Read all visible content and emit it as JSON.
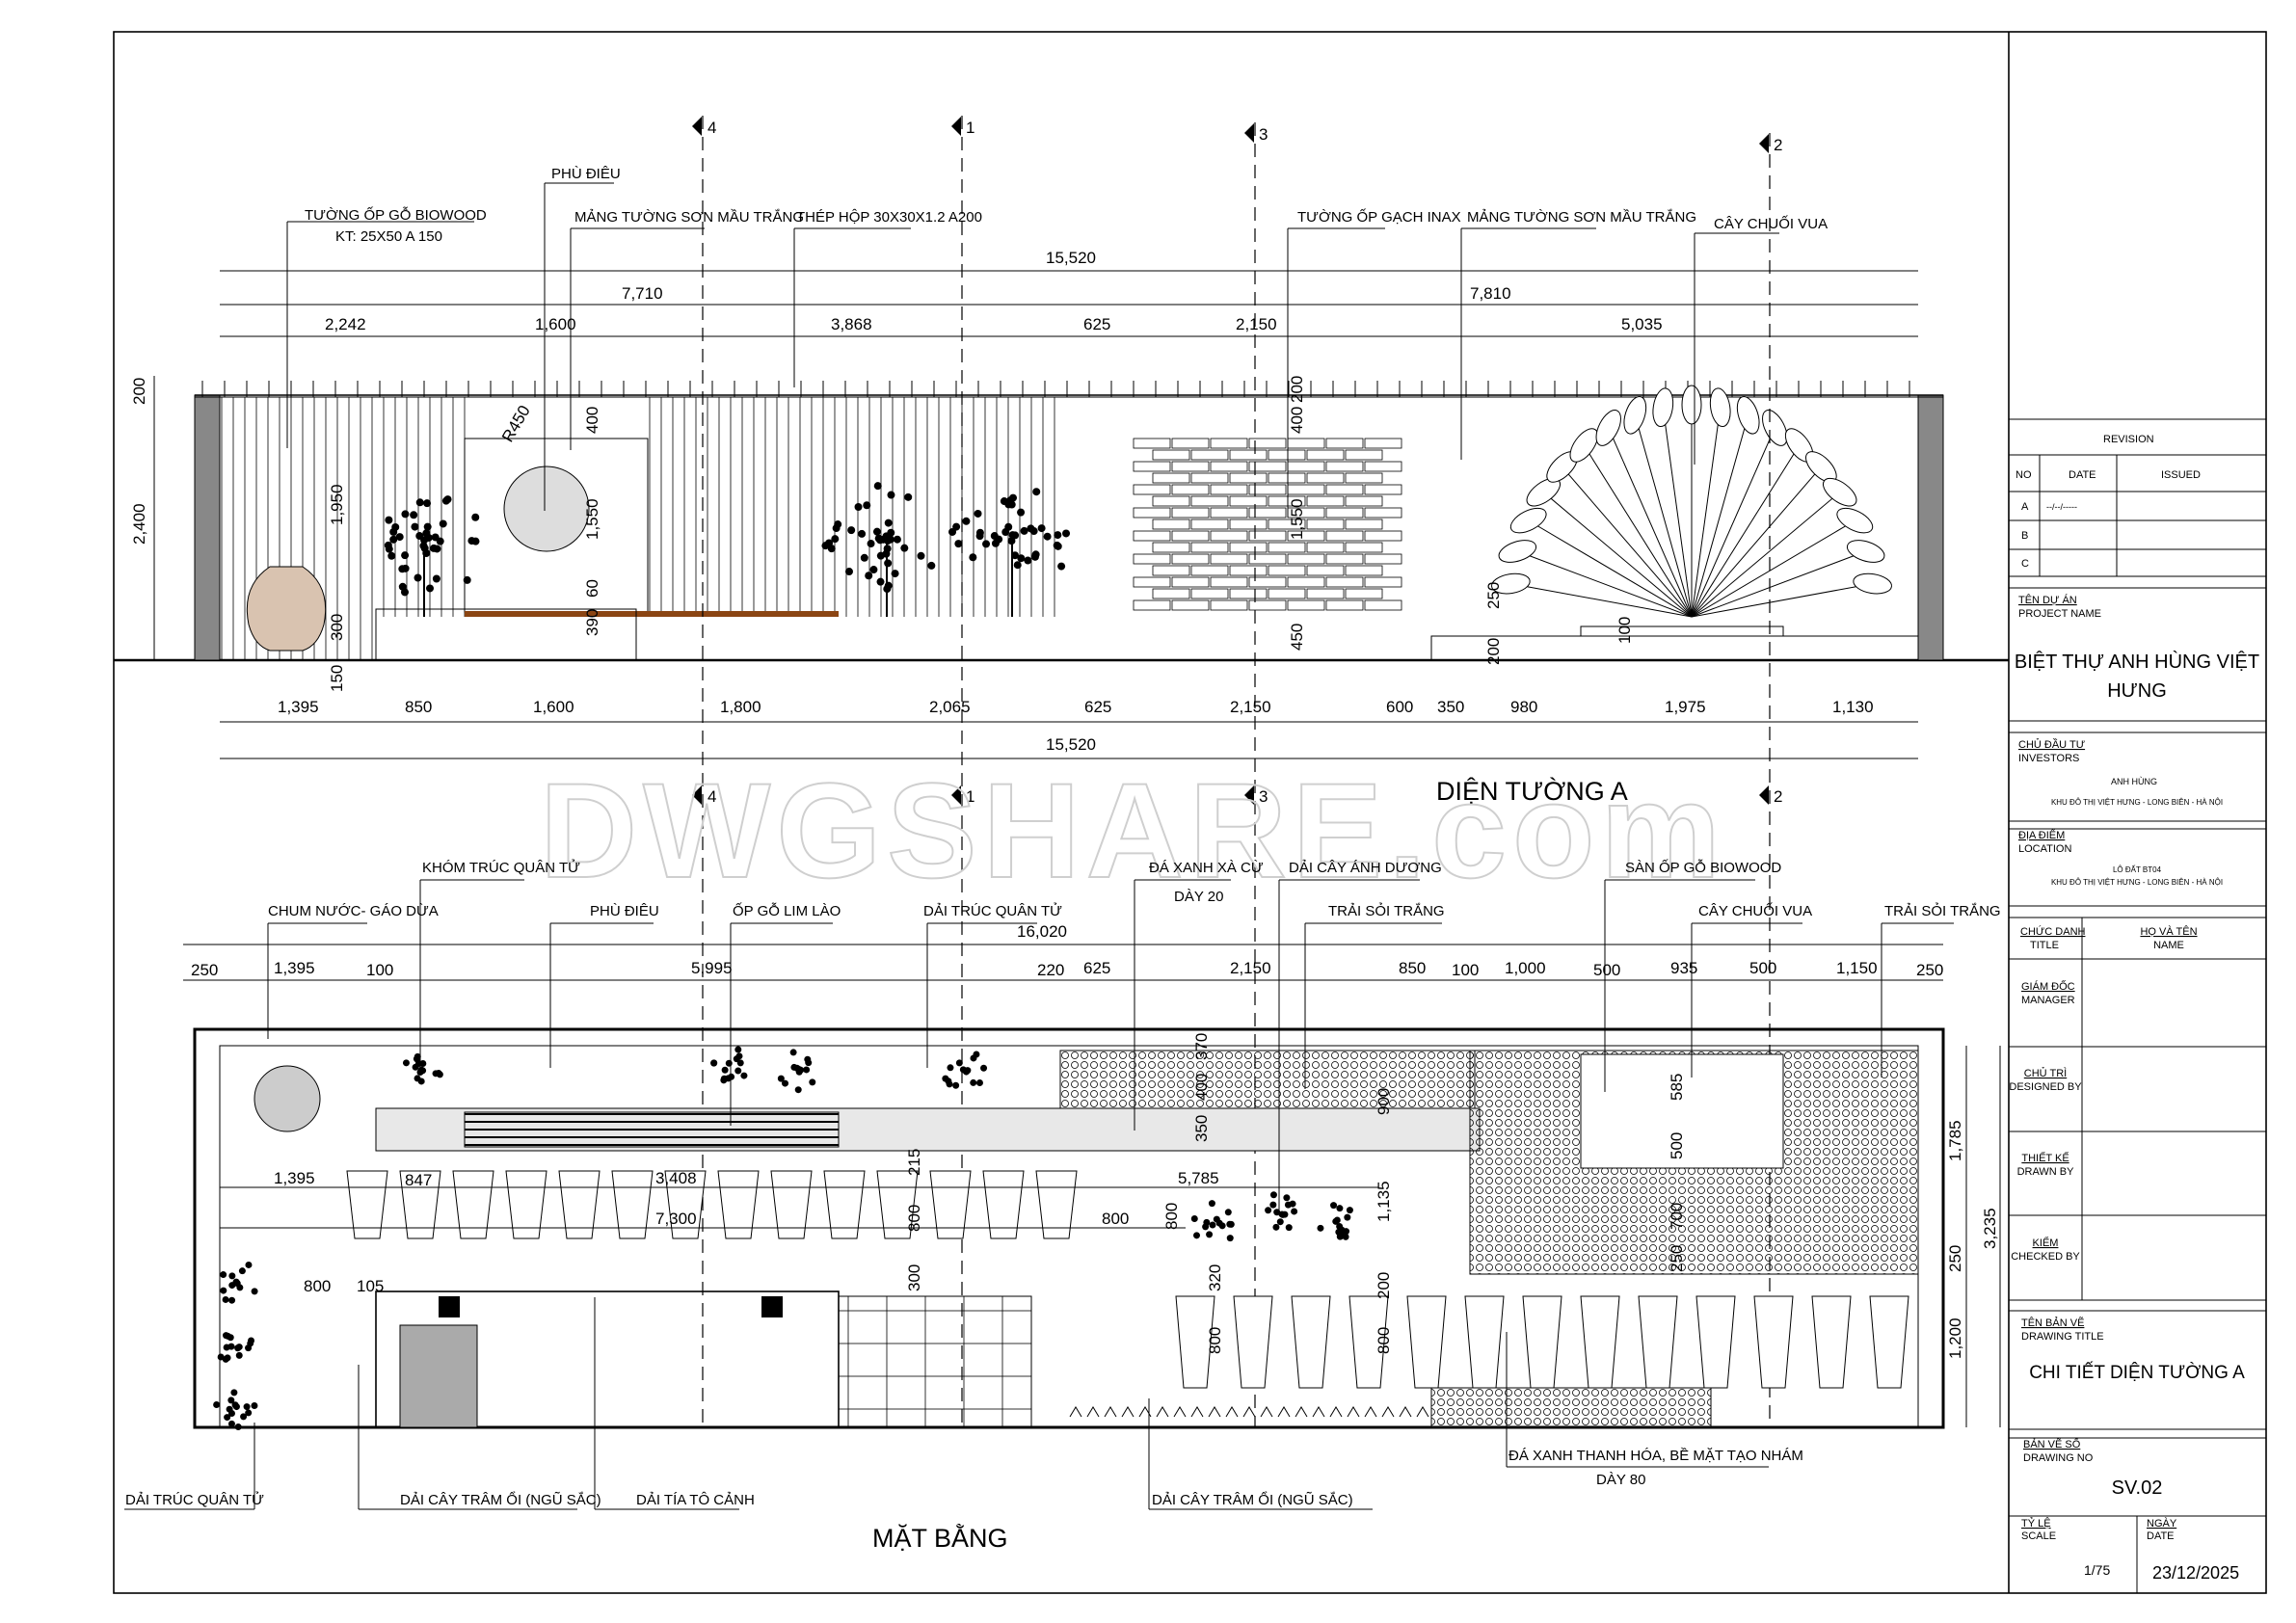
{
  "elevation": {
    "title": "DIỆN TƯỜNG A",
    "section_markers": [
      "4",
      "1",
      "3",
      "2"
    ],
    "callouts": {
      "biowood_wall": "TƯỜNG ỐP GỖ BIOWOOD",
      "biowood_size": "KT: 25X50 A 150",
      "relief": "PHÙ ĐIÊU",
      "white_wall_1": "MẢNG TƯỜNG SƠN MẦU TRẮNG",
      "steel_box": "THÉP HỘP 30X30X1.2 A200",
      "inax_wall": "TƯỜNG ỐP GẠCH INAX",
      "white_wall_2": "MẢNG TƯỜNG SƠN MẦU TRẮNG",
      "travelers_palm": "CÂY CHUỐI VUA"
    },
    "dims_top": {
      "total": "15,520",
      "halves": [
        "7,710",
        "7,810"
      ],
      "segments": [
        "2,242",
        "1,600",
        "3,868",
        "625",
        "2,150",
        "5,035"
      ]
    },
    "dims_bottom": {
      "segments": [
        "1,395",
        "850",
        "1,600",
        "1,800",
        "2,065",
        "625",
        "2,150",
        "600",
        "350",
        "980",
        "1,975",
        "1,130"
      ],
      "total": "15,520"
    },
    "dims_vertical": [
      "200",
      "2,400",
      "1,950",
      "300",
      "150",
      "400",
      "1,550",
      "390",
      "60",
      "200",
      "400",
      "1,550",
      "450",
      "250",
      "200",
      "100",
      "R450"
    ]
  },
  "watermark": "DWGSHARE.com",
  "plan": {
    "title": "MẶT BẰNG",
    "callouts_top": {
      "water_jar": "CHUM NƯỚC- GÁO DỪA",
      "bamboo_clump": "KHÓM TRÚC QUÂN TỬ",
      "relief": "PHÙ ĐIÊU",
      "lim_wood": "ỐP GỖ LIM LÀO",
      "bamboo_strip": "DẢI TRÚC QUÂN TỬ",
      "blue_stone": "ĐÁ XANH XÀ CỪ",
      "blue_stone_thk": "DÀY 20",
      "sun_plant_strip": "DẢI CÂY ÁNH DƯƠNG",
      "white_gravel_1": "TRẢI SỎI TRẮNG",
      "biowood_floor": "SÀN ỐP GỖ BIOWOOD",
      "travelers_palm": "CÂY CHUỐI VUA",
      "white_gravel_2": "TRẢI SỎI TRẮNG"
    },
    "callouts_bottom": {
      "bamboo_strip": "DẢI TRÚC QUÂN TỬ",
      "lantana_1": "DẢI CÂY TRÂM ỔI (NGŨ SẮC)",
      "perilla": "DẢI TÍA TÔ CẢNH",
      "lantana_2": "DẢI CÂY TRÂM ỔI (NGŨ SẮC)",
      "thanh_hoa_stone": "ĐÁ XANH THANH HÓA, BỀ MẶT TẠO NHÁM",
      "thanh_hoa_thk": "DÀY 80"
    },
    "dims_top": {
      "total": "16,020",
      "segments": [
        "250",
        "1,395",
        "100",
        "5,995",
        "220",
        "625",
        "2,150",
        "850",
        "100",
        "1,000",
        "500",
        "935",
        "500",
        "1,150",
        "250"
      ]
    },
    "dims_inner": [
      "1,395",
      "847",
      "3,408",
      "5,785",
      "7,300",
      "800",
      "800",
      "105",
      "370",
      "400",
      "350",
      "215",
      "800",
      "300",
      "800",
      "320",
      "800",
      "200",
      "800",
      "900",
      "1,135",
      "585",
      "500",
      "700",
      "250"
    ],
    "dims_right": [
      "1,785",
      "250",
      "3,235",
      "1,200"
    ]
  },
  "title_block": {
    "revision": {
      "heading": "REVISION",
      "columns": [
        "NO",
        "DATE",
        "ISSUED"
      ],
      "rows": [
        {
          "no": "A",
          "date": "--/--/-----",
          "issued": ""
        },
        {
          "no": "B",
          "date": "",
          "issued": ""
        },
        {
          "no": "C",
          "date": "",
          "issued": ""
        }
      ]
    },
    "project": {
      "label_vi": "TÊN DỰ ÁN",
      "label_en": "PROJECT NAME",
      "line1": "BIỆT THỰ ANH HÙNG VIỆT",
      "line2": "HƯNG"
    },
    "investors": {
      "label_vi": "CHỦ ĐẦU TƯ",
      "label_en": "INVESTORS",
      "name": "ANH HÙNG",
      "address": "KHU ĐÔ THỊ VIỆT HƯNG - LONG BIÊN - HÀ NỘI"
    },
    "location": {
      "label_vi": "ĐỊA ĐIỂM",
      "label_en": "LOCATION",
      "lot": "LÔ ĐẤT BT04",
      "address": "KHU ĐÔ THỊ VIỆT HƯNG - LONG BIÊN - HÀ NỘI"
    },
    "staff": {
      "title_vi": "CHỨC DANH",
      "title_en": "TITLE",
      "name_vi": "HỌ VÀ TÊN",
      "name_en": "NAME",
      "roles": [
        {
          "vi": "GIÁM ĐỐC",
          "en": "MANAGER"
        },
        {
          "vi": "CHỦ TRÌ",
          "en": "DESIGNED BY"
        },
        {
          "vi": "THIẾT KẾ",
          "en": "DRAWN BY"
        },
        {
          "vi": "KIỂM",
          "en": "CHECKED BY"
        }
      ]
    },
    "drawing_title": {
      "label_vi": "TÊN BẢN VẼ",
      "label_en": "DRAWING TITLE",
      "value": "CHI TIẾT DIỆN TƯỜNG A"
    },
    "drawing_no": {
      "label_vi": "BẢN VẼ SỐ",
      "label_en": "DRAWING NO",
      "value": "SV.02"
    },
    "scale": {
      "label_vi": "TỶ LỆ",
      "label_en": "SCALE",
      "value": "1/75"
    },
    "date": {
      "label_vi": "NGÀY",
      "label_en": "DATE",
      "value": "23/12/2025"
    }
  },
  "colors": {
    "line": "#000000",
    "lim_wood_strip": "#8B4513",
    "vase": "#d9c3b0",
    "watermark": "#d8d8d8",
    "paving": "#cfcfcf"
  }
}
